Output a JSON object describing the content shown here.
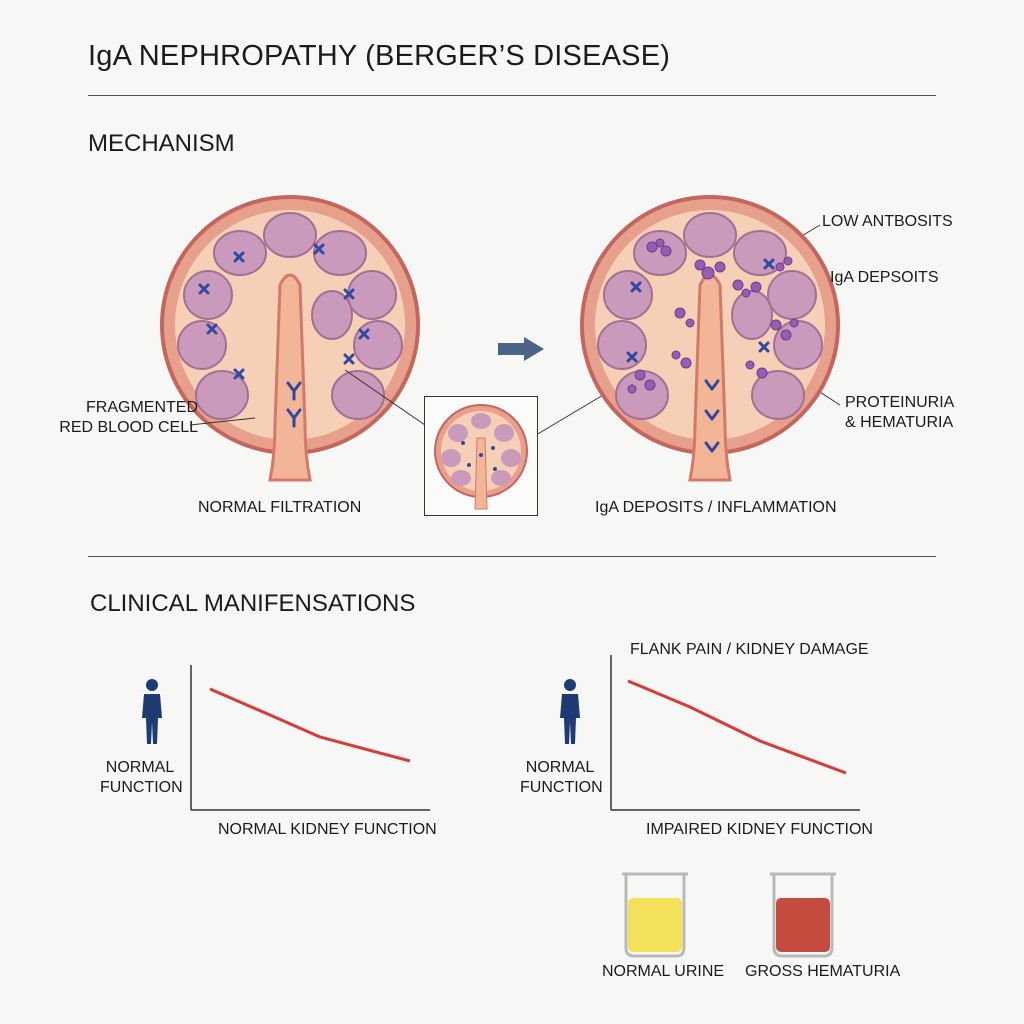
{
  "title": "IgA NEPHROPATHY (BERGER’S DISEASE)",
  "mechanism": {
    "heading": "MECHANISM",
    "label_fragmented_line1": "FRAGMENTED",
    "label_fragmented_line2": "RED BLOOD CELL",
    "caption_normal": "NORMAL FILTRATION",
    "caption_iga": "IgA DEPOSITS / INFLAMMATION",
    "label_low_antibodies": "LOW ANTBOSITS",
    "label_iga_deposits": "IgA DEPSOITS",
    "label_proteinuria_line1": "PROTEINURIA",
    "label_proteinuria_line2": "& HEMATURIA"
  },
  "clinical": {
    "heading": "CLINICAL MANIFENSATIONS",
    "left_chart": {
      "ylabel_line1": "NORMAL",
      "ylabel_line2": "FUNCTION",
      "xlabel": "NORMAL KIDNEY FUNCTION"
    },
    "right_chart": {
      "title": "FLANK PAIN / KIDNEY DAMAGE",
      "ylabel_line1": "NORMAL",
      "ylabel_line2": "FUNCTION",
      "xlabel": "IMPAIRED KIDNEY FUNCTION"
    },
    "beaker_normal": "NORMAL URINE",
    "beaker_hematuria": "GROSS HEMATURIA"
  },
  "colors": {
    "kidney_outer": "#d9817a",
    "kidney_inner": "#f2b59a",
    "lobule": "#c99abb",
    "marker": "#2d4aa0",
    "deposit": "#9a5bb4",
    "line_red": "#d93a3a",
    "person": "#1f3b73",
    "urine_normal": "#f3e15c",
    "urine_blood": "#c64b3f"
  }
}
